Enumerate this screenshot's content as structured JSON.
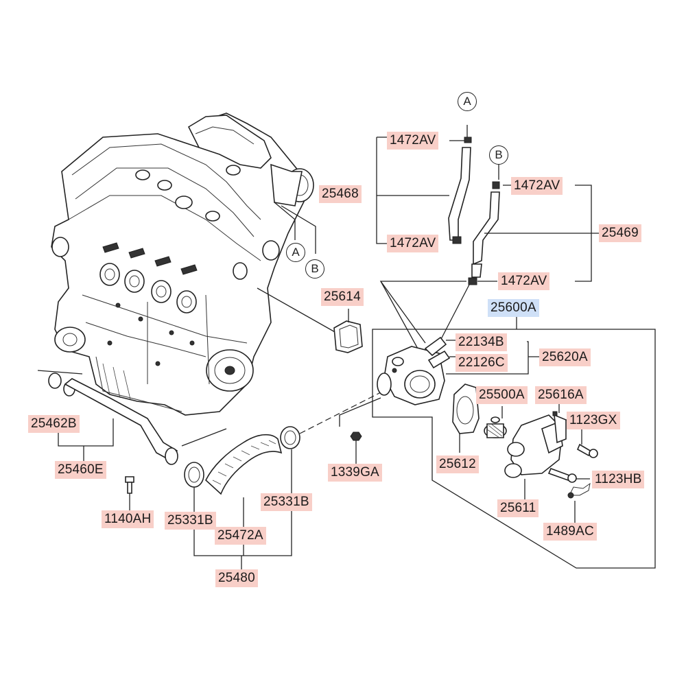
{
  "diagram": {
    "callouts": {
      "a": "A",
      "b": "B"
    },
    "labels": {
      "p1472av_1": "1472AV",
      "p25468": "25468",
      "p1472av_2": "1472AV",
      "p1472av_3": "1472AV",
      "p25469": "25469",
      "p1472av_4": "1472AV",
      "p25614": "25614",
      "p25600a": "25600A",
      "p22134b": "22134B",
      "p22126c": "22126C",
      "p25620a": "25620A",
      "p25500a": "25500A",
      "p25616a": "25616A",
      "p1123gx": "1123GX",
      "p25612": "25612",
      "p1123hb": "1123HB",
      "p25611": "25611",
      "p1489ac": "1489AC",
      "p25462b": "25462B",
      "p25460e": "25460E",
      "p1140ah": "1140AH",
      "p25331b_1": "25331B",
      "p25472a": "25472A",
      "p25331b_2": "25331B",
      "p1339ga": "1339GA",
      "p25480": "25480"
    },
    "highlight_color": "#f8cfc8",
    "selected_color": "#cfe0f7",
    "selected_label": "25600A"
  }
}
